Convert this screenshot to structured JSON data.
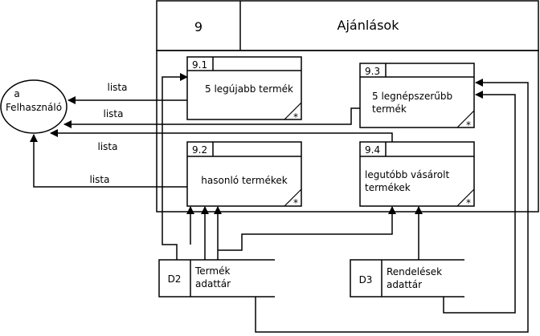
{
  "header": {
    "number": "9",
    "title": "Ajánlások"
  },
  "entity": {
    "line1": "a",
    "line2": "Felhasználó"
  },
  "processes": [
    {
      "id": "9.1",
      "lines": [
        "5 legújabb termék"
      ],
      "star": "*"
    },
    {
      "id": "9.2",
      "lines": [
        "hasonló termékek"
      ],
      "star": "*"
    },
    {
      "id": "9.3",
      "lines": [
        "5 legnépszerűbb",
        "termék"
      ],
      "star": "*"
    },
    {
      "id": "9.4",
      "lines": [
        "legutóbb vásárolt",
        "termékek"
      ],
      "star": "*"
    }
  ],
  "datastores": [
    {
      "id": "D2",
      "lines": [
        "Termék",
        "adattár"
      ]
    },
    {
      "id": "D3",
      "lines": [
        "Rendelések",
        "adattár"
      ]
    }
  ],
  "flows": [
    {
      "label": "lista"
    },
    {
      "label": "lista"
    },
    {
      "label": "lista"
    },
    {
      "label": "lista"
    }
  ]
}
